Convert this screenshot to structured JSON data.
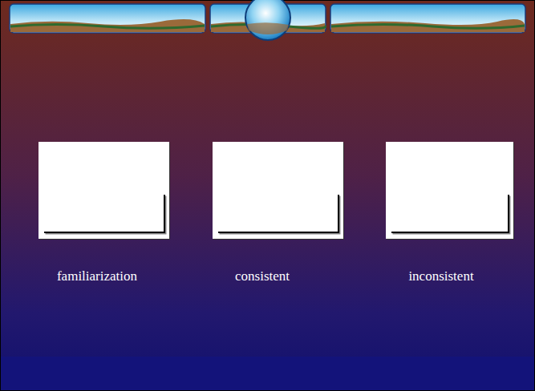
{
  "diagram": {
    "nodes": [
      {
        "text": [
          "familiarization"
        ]
      },
      {
        "text": [
          "consistent"
        ]
      },
      {
        "text": [
          "inconsistent"
        ]
      }
    ]
  }
}
